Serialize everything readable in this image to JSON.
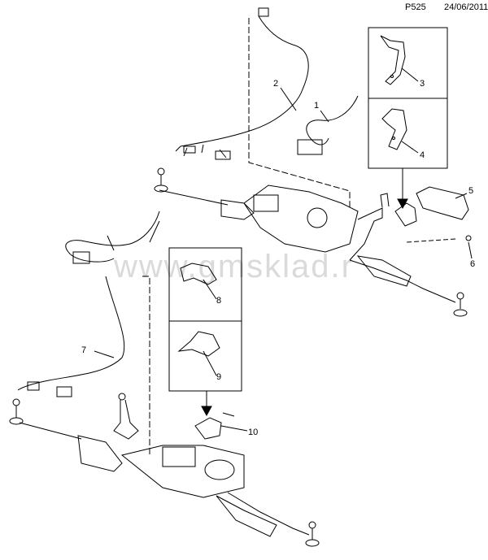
{
  "header": {
    "code": "P525",
    "date": "24/06/2011"
  },
  "watermark": "www.gmsklad.r",
  "callouts": [
    {
      "id": "1",
      "label": "1"
    },
    {
      "id": "2",
      "label": "2"
    },
    {
      "id": "3",
      "label": "3"
    },
    {
      "id": "4",
      "label": "4"
    },
    {
      "id": "5",
      "label": "5"
    },
    {
      "id": "6",
      "label": "6"
    },
    {
      "id": "7",
      "label": "7"
    },
    {
      "id": "8",
      "label": "8"
    },
    {
      "id": "9",
      "label": "9"
    },
    {
      "id": "10",
      "label": "10"
    }
  ]
}
